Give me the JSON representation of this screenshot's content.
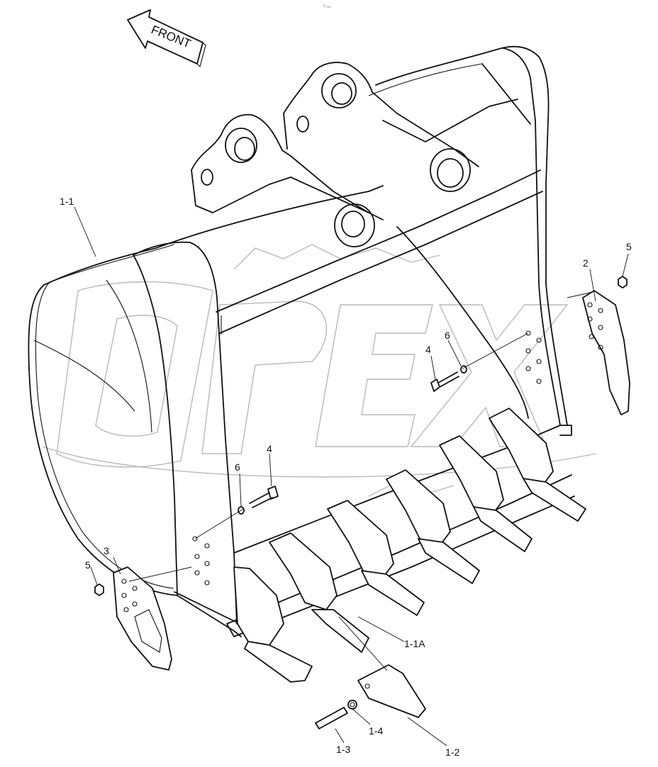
{
  "diagram": {
    "direction_label": "FRONT",
    "watermark": "OPEX",
    "corner_mark": "⁰ₓ ₒₒₒ",
    "part_labels": {
      "bucket": "1-1",
      "tooth_adapter": "1-1A",
      "tooth_point": "1-2",
      "pin": "1-3",
      "lock_washer": "1-4",
      "side_cutter_right": "2",
      "side_cutter_left": "3",
      "bolt_upper": "4",
      "bolt_lower": "4",
      "nut_right": "5",
      "nut_left": "5",
      "washer_upper": "6",
      "washer_lower": "6"
    }
  }
}
